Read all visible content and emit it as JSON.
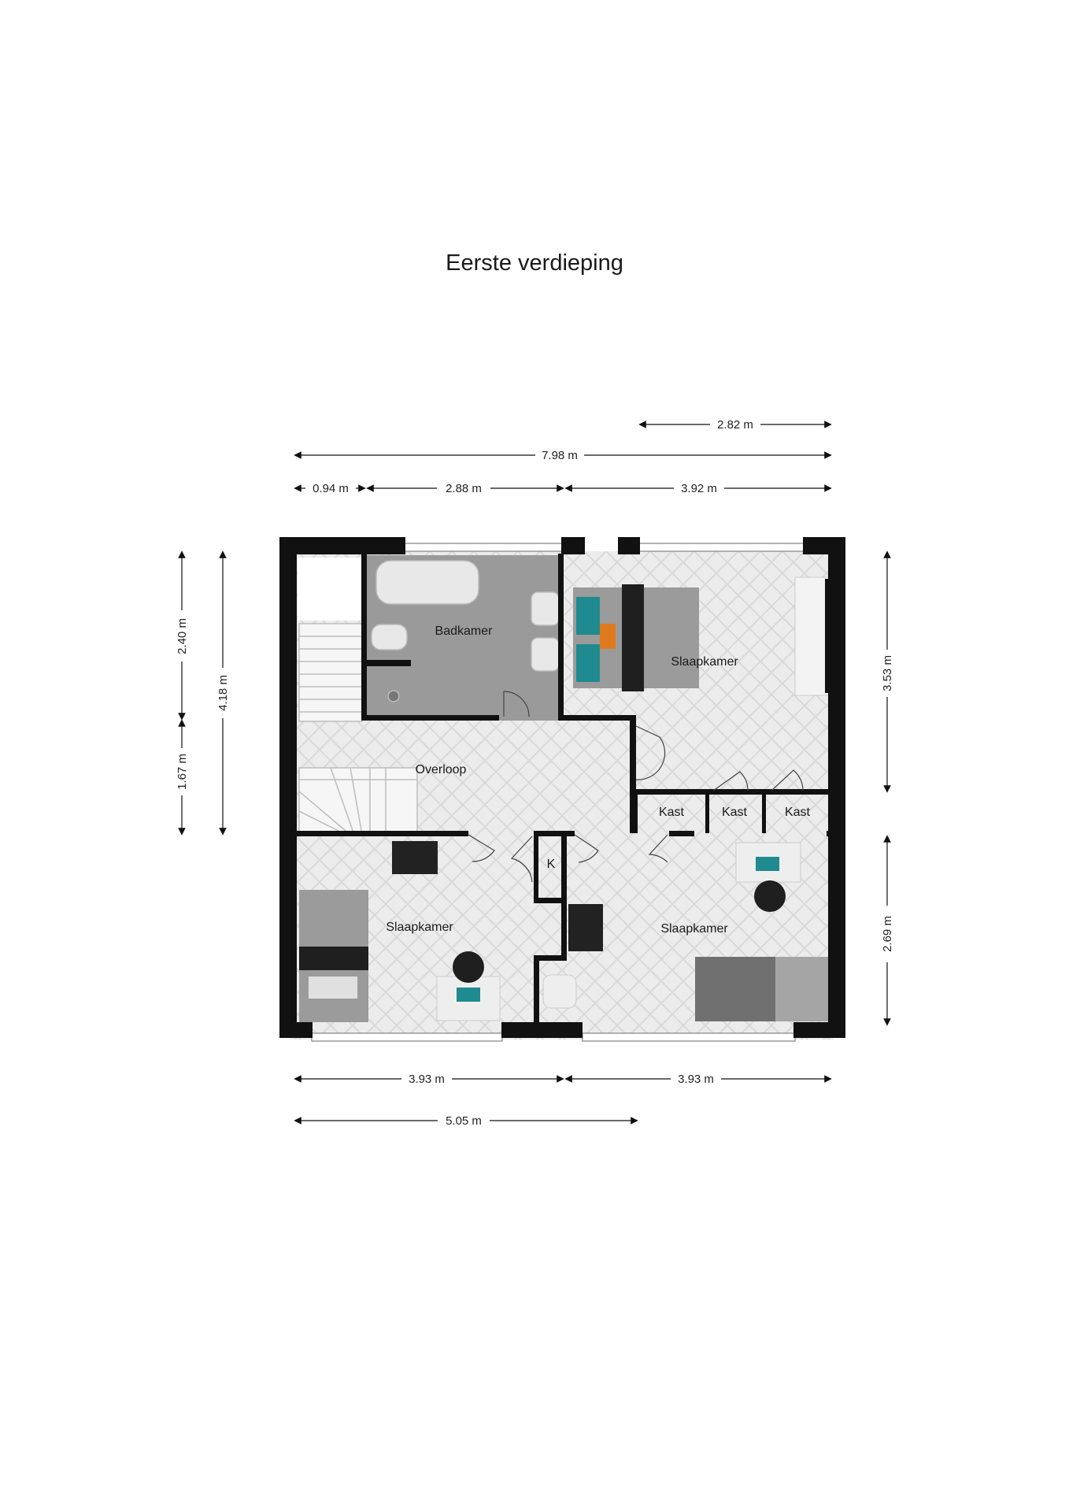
{
  "title": "Eerste verdieping",
  "colors": {
    "wall": "#111111",
    "floor": "#ececec",
    "bath_floor": "#9a9a9a",
    "accent_teal": "#1f8a8f",
    "accent_orange": "#e07a1f"
  },
  "rooms": {
    "badkamer": "Badkamer",
    "slaapkamer_ne": "Slaapkamer",
    "overloop": "Overloop",
    "kast_1": "Kast",
    "kast_2": "Kast",
    "kast_3": "Kast",
    "k": "K",
    "slaapkamer_sw": "Slaapkamer",
    "slaapkamer_se": "Slaapkamer"
  },
  "dimensions": {
    "top_2_82": "2.82 m",
    "top_7_98": "7.98 m",
    "top_0_94": "0.94 m",
    "top_2_88": "2.88 m",
    "top_3_92": "3.92 m",
    "left_2_40": "2.40 m",
    "left_1_67": "1.67 m",
    "left_4_18": "4.18 m",
    "right_3_53": "3.53 m",
    "right_2_69": "2.69 m",
    "bottom_3_93_a": "3.93 m",
    "bottom_3_93_b": "3.93 m",
    "bottom_5_05": "5.05 m"
  }
}
